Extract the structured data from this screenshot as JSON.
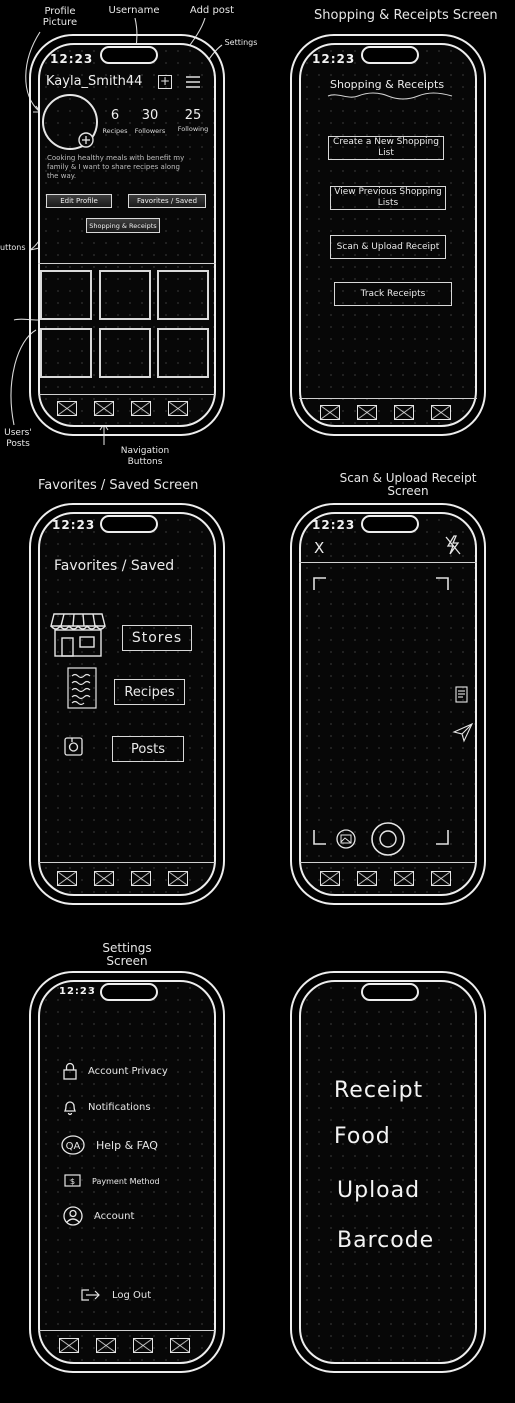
{
  "annotations": {
    "profile_picture": "Profile\nPicture",
    "username": "Username",
    "add_post": "Add post",
    "settings": "Settings",
    "buttons": "Buttons",
    "users_posts": "Users'\nPosts",
    "navigation_buttons": "Navigation\nButtons"
  },
  "screen_titles": {
    "shopping": "Shopping & Receipts Screen",
    "favorites": "Favorites / Saved Screen",
    "scan": "Scan & Upload Receipt\nScreen",
    "settings": "Settings\nScreen"
  },
  "status_time": "12:23",
  "profile": {
    "username": "Kayla_Smith44",
    "stats": [
      {
        "value": "6",
        "label": "Recipes"
      },
      {
        "value": "30",
        "label": "Followers"
      },
      {
        "value": "25",
        "label": "Following"
      }
    ],
    "bio": "Cooking healthy meals with benefit my family & I want to share recipes along the way.",
    "buttons": {
      "edit": "Edit Profile",
      "favorites": "Favorites / Saved",
      "shopping": "Shopping & Receipts"
    }
  },
  "shopping": {
    "header": "Shopping & Receipts",
    "buttons": [
      "Create a New Shopping List",
      "View Previous Shopping Lists",
      "Scan & Upload Receipt",
      "Track Receipts"
    ]
  },
  "favorites": {
    "header": "Favorites / Saved",
    "items": [
      {
        "label": "Stores",
        "icon": "storefront-icon"
      },
      {
        "label": "Recipes",
        "icon": "recipe-card-icon"
      },
      {
        "label": "Posts",
        "icon": "post-photo-icon"
      }
    ]
  },
  "scan": {
    "close": "X"
  },
  "settings": {
    "items": [
      {
        "label": "Account Privacy",
        "icon": "lock-icon"
      },
      {
        "label": "Notifications",
        "icon": "bell-icon"
      },
      {
        "label": "Help & FAQ",
        "icon": "qa-icon"
      },
      {
        "label": "Payment Method",
        "icon": "payment-card-icon"
      },
      {
        "label": "Account",
        "icon": "account-icon"
      }
    ],
    "logout": "Log Out"
  },
  "word_list": [
    "Receipt",
    "Food",
    "Upload",
    "Barcode"
  ],
  "icons": {
    "add_post": "plus-icon",
    "settings_menu": "hamburger-menu-icon",
    "nav": "placeholder-image-icon"
  }
}
